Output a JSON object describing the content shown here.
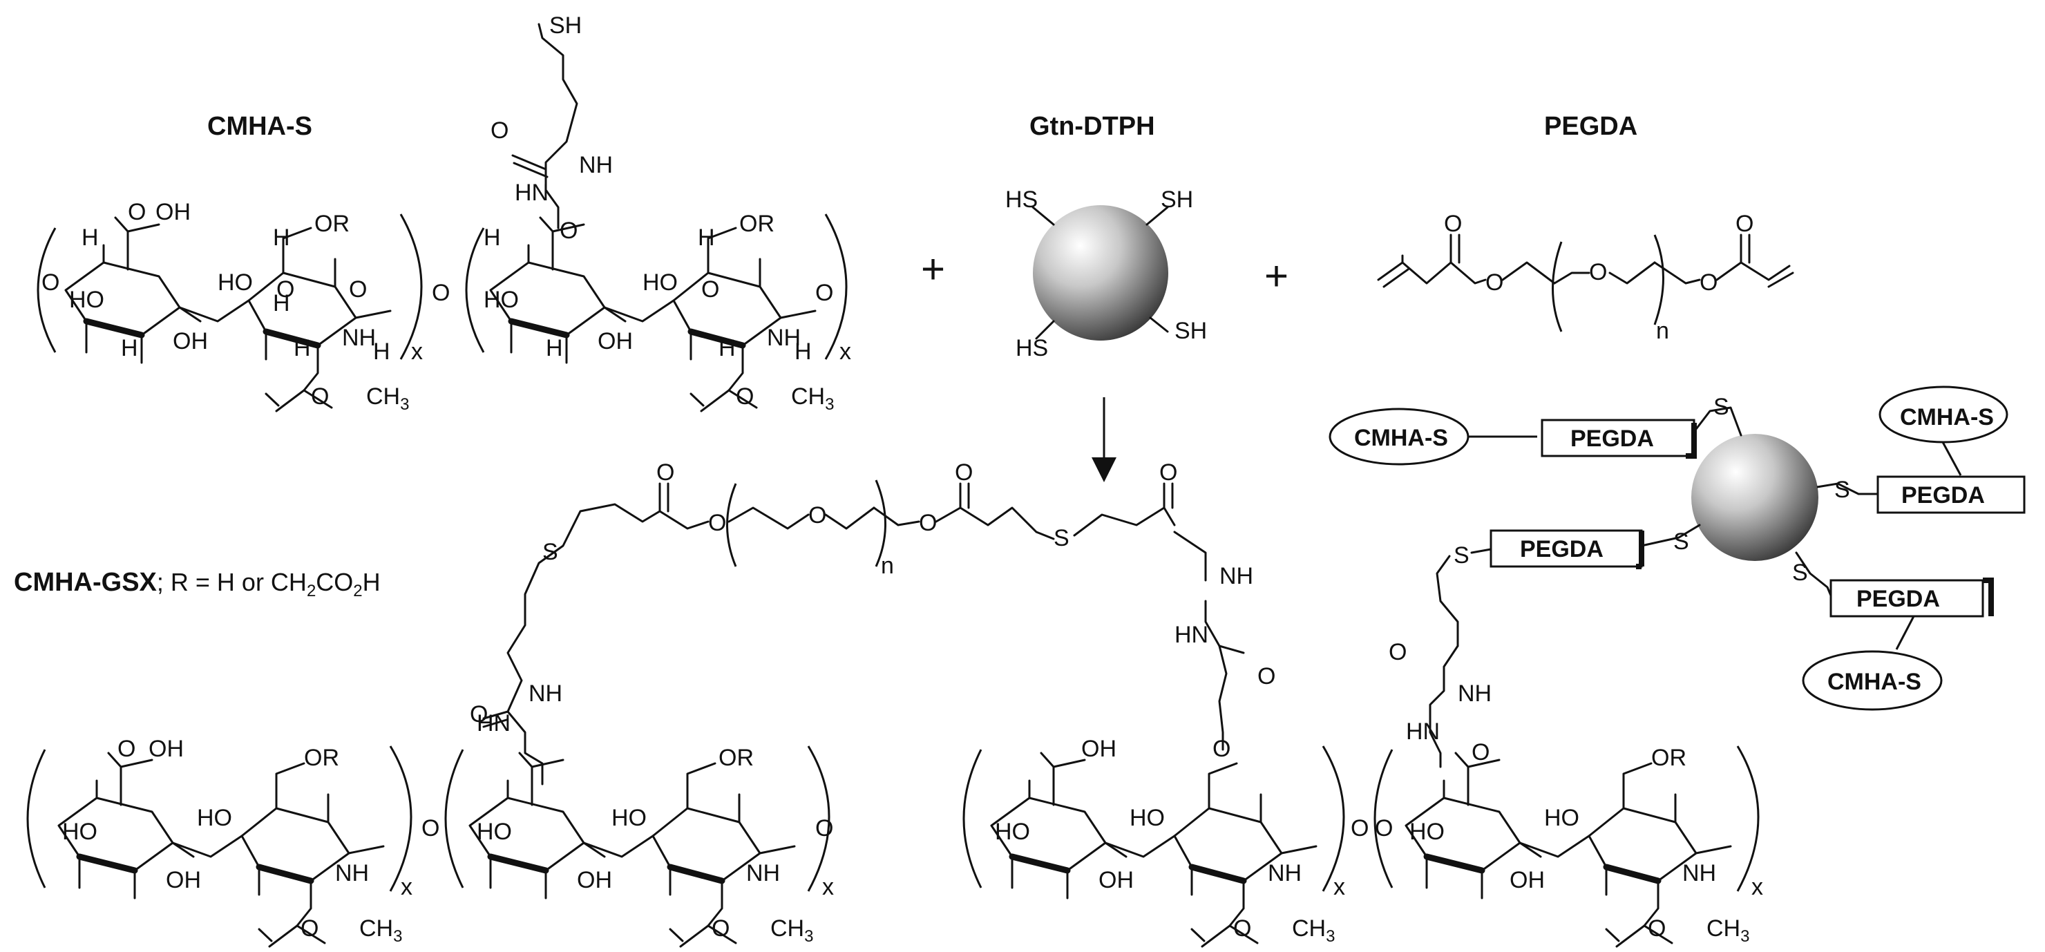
{
  "title_labels": {
    "cmha_s": "CMHA-S",
    "gtn_dtph": "Gtn-DTPH",
    "pegda": "PEGDA",
    "cmha_gsx": "CMHA-GSX",
    "r_definition": "; R = H or CH",
    "r_def_2": "2",
    "r_def_co": "CO",
    "r_def_2b": "2",
    "r_def_h": "H"
  },
  "operators": {
    "plus1": "+",
    "plus2": "+"
  },
  "atoms": {
    "SH": "SH",
    "S": "S",
    "HS": "HS",
    "O": "O",
    "OH": "OH",
    "OR": "OR",
    "H": "H",
    "HO": "HO",
    "NH": "NH",
    "HN": "HN",
    "CH": "CH",
    "CH3_sub": "3",
    "x": "x",
    "n": "n"
  },
  "schematic": {
    "cmha_s": "CMHA-S",
    "pegda": "PEGDA",
    "s": "S"
  }
}
